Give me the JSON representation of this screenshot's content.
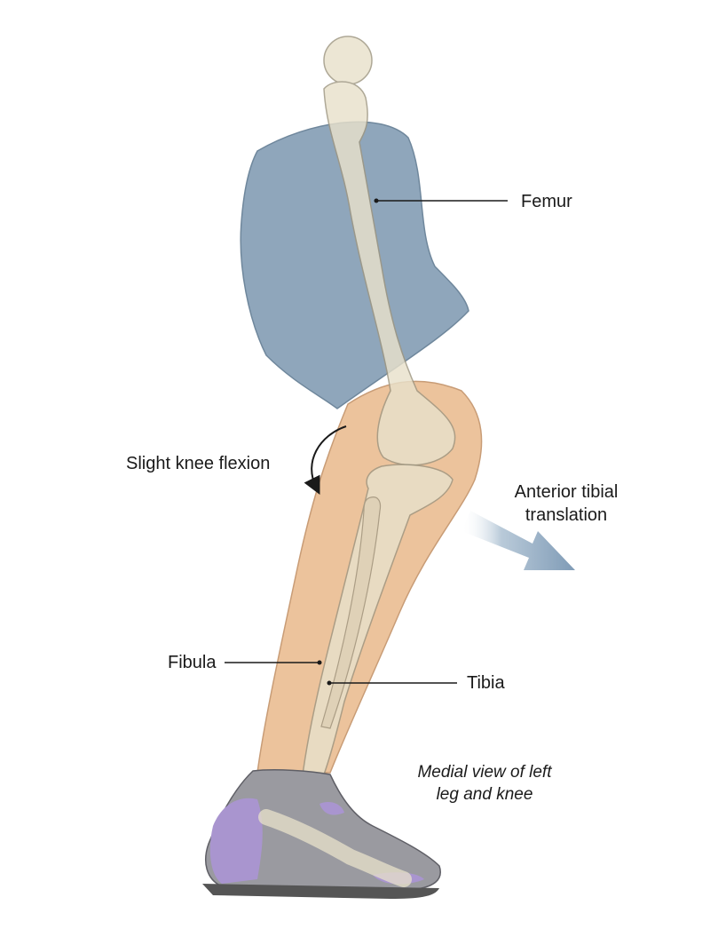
{
  "labels": {
    "femur": "Femur",
    "fibula": "Fibula",
    "tibia": "Tibia",
    "flexion": "Slight knee flexion",
    "translation_line1": "Anterior tibial",
    "translation_line2": "translation",
    "caption_line1": "Medial view of left",
    "caption_line2": "leg and knee"
  },
  "colors": {
    "shorts": "#8fa6bb",
    "skin": "#ecc39c",
    "bone": "#e8e1cb",
    "shoe_gray": "#9a9aa0",
    "shoe_purple": "#a995cf",
    "arrow": "#8fa9c2"
  }
}
